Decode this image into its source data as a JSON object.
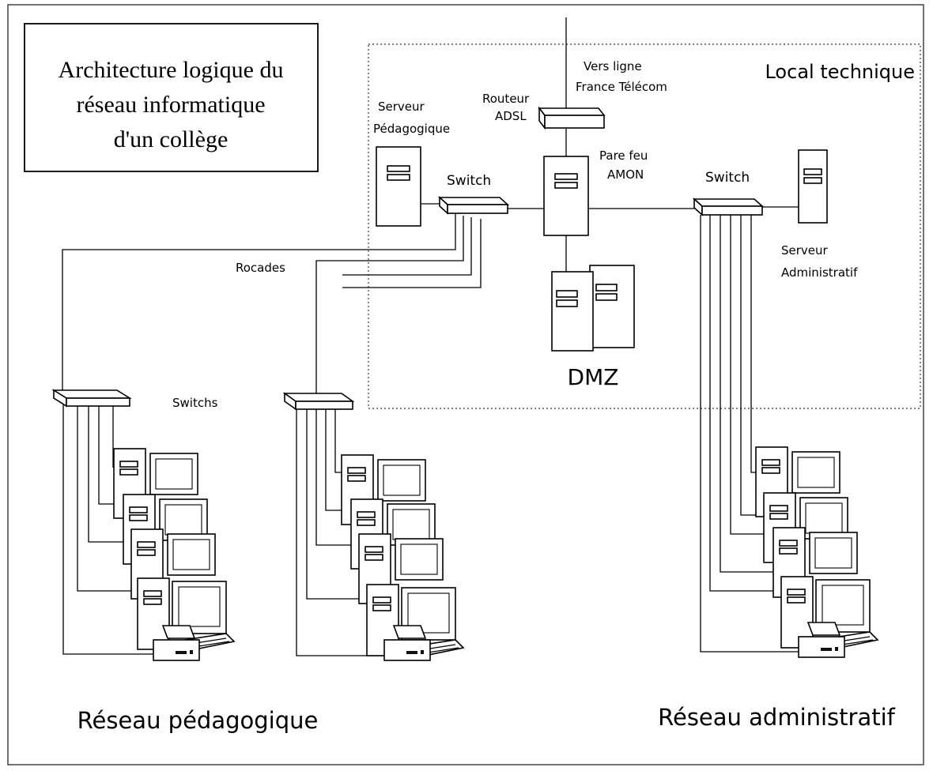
{
  "title": {
    "line1": "Architecture logique du",
    "line2": "réseau informatique",
    "line3": "d'un collège"
  },
  "labels": {
    "local_technique": "Local technique",
    "vers_ligne_1": "Vers ligne",
    "vers_ligne_2": "France Télécom",
    "routeur_1": "Routeur",
    "routeur_2": "ADSL",
    "serveur_peda_1": "Serveur",
    "serveur_peda_2": "Pédagogique",
    "switch_left": "Switch",
    "pare_feu_1": "Pare feu",
    "pare_feu_2": "AMON",
    "switch_right": "Switch",
    "serveur_admin_1": "Serveur",
    "serveur_admin_2": "Administratif",
    "rocades": "Rocades",
    "dmz": "DMZ",
    "switchs": "Switchs",
    "reseau_pedagogique": "Réseau pédagogique",
    "reseau_administratif": "Réseau administratif"
  }
}
